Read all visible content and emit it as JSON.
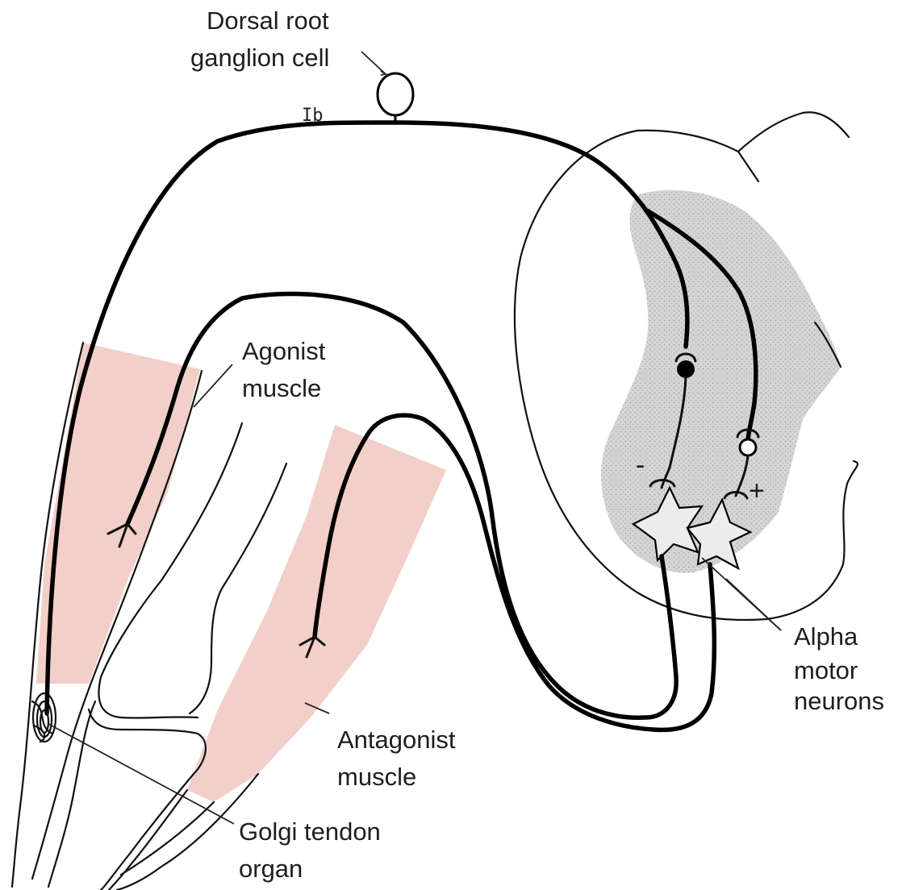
{
  "labels": {
    "drg_line1": "Dorsal root",
    "drg_line2": "ganglion cell",
    "ib": "Ib",
    "agonist_line1": "Agonist",
    "agonist_line2": "muscle",
    "antagonist_line1": "Antagonist",
    "antagonist_line2": "muscle",
    "golgi_line1": "Golgi tendon",
    "golgi_line2": "organ",
    "alpha_line1": "Alpha",
    "alpha_line2": "motor",
    "alpha_line3": "neurons",
    "minus": "-",
    "plus": "+"
  },
  "colors": {
    "muscle": "#f2cfc8",
    "gray_matter": "#d9d9d9",
    "neuron_fill": "#ececec",
    "line": "#000000"
  }
}
